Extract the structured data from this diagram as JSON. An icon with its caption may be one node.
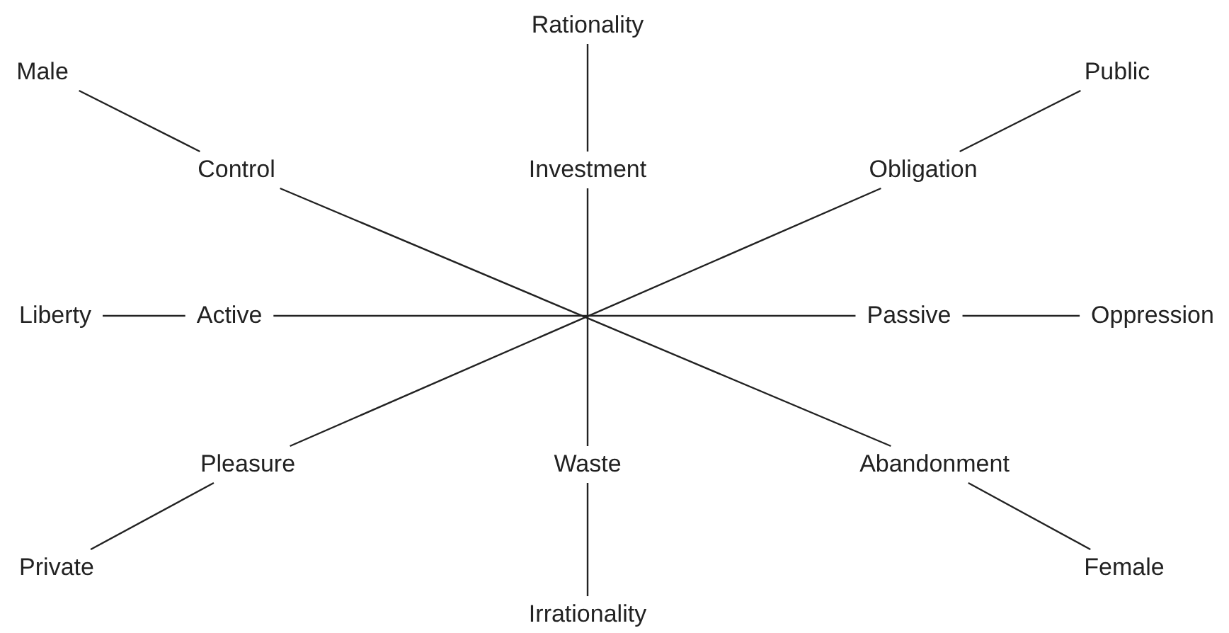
{
  "diagram": {
    "nodes": [
      {
        "text": [
          "Rationality"
        ]
      },
      {
        "text": [
          "Male"
        ]
      },
      {
        "text": [
          "Public"
        ]
      },
      {
        "text": [
          "Control"
        ]
      },
      {
        "text": [
          "Investment"
        ]
      },
      {
        "text": [
          "Obligation"
        ]
      },
      {
        "text": [
          "Liberty"
        ]
      },
      {
        "text": [
          "Active"
        ]
      },
      {
        "text": [
          "Passive"
        ]
      },
      {
        "text": [
          "Oppression"
        ]
      },
      {
        "text": [
          "Pleasure"
        ]
      },
      {
        "text": [
          "Waste"
        ]
      },
      {
        "text": [
          "Abandonment"
        ]
      },
      {
        "text": [
          "Private"
        ]
      },
      {
        "text": [
          "Female"
        ]
      },
      {
        "text": [
          "Irrationality"
        ]
      }
    ],
    "edges": [
      {
        "from": 0,
        "to": 4,
        "arrow": "none"
      },
      {
        "from": 1,
        "to": 3,
        "arrow": "none"
      },
      {
        "from": 2,
        "to": 5,
        "arrow": "none"
      },
      {
        "from": 6,
        "to": 7,
        "arrow": "none"
      },
      {
        "from": 8,
        "to": 9,
        "arrow": "none"
      },
      {
        "from": 10,
        "to": 13,
        "arrow": "none"
      },
      {
        "from": 11,
        "to": 15,
        "arrow": "none"
      },
      {
        "from": 12,
        "to": 14,
        "arrow": "none"
      },
      {
        "from": 3,
        "to": 12,
        "arrow": "none"
      },
      {
        "from": 4,
        "to": 11,
        "arrow": "none"
      },
      {
        "from": 5,
        "to": 10,
        "arrow": "none"
      },
      {
        "from": 7,
        "to": 8,
        "arrow": "none"
      }
    ]
  }
}
